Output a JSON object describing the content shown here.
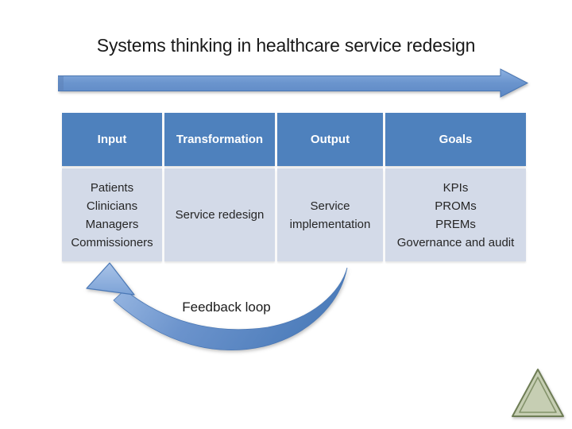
{
  "slide": {
    "title": "Systems thinking in healthcare service redesign",
    "colors": {
      "accent_blue": "#4f81bd",
      "arrow_blue_light": "#85abdf",
      "table_header_bg": "#4e81bd",
      "table_body_bg": "#d3dae8",
      "logo_green": "#c6ceb3"
    },
    "flow_table": {
      "headers": [
        "Input",
        "Transformation",
        "Output",
        "Goals"
      ],
      "cells": [
        "Patients\nClinicians\nManagers\nCommissioners",
        "Service redesign",
        "Service\nimplementation",
        "KPIs\nPROMs\nPREMs\nGovernance and audit"
      ]
    },
    "feedback": {
      "label": "Feedback loop"
    },
    "icons": {
      "flow_arrow": "right-block-arrow",
      "feedback_arrow": "curved-up-left-arrow",
      "logo": "triangle-logo"
    }
  }
}
